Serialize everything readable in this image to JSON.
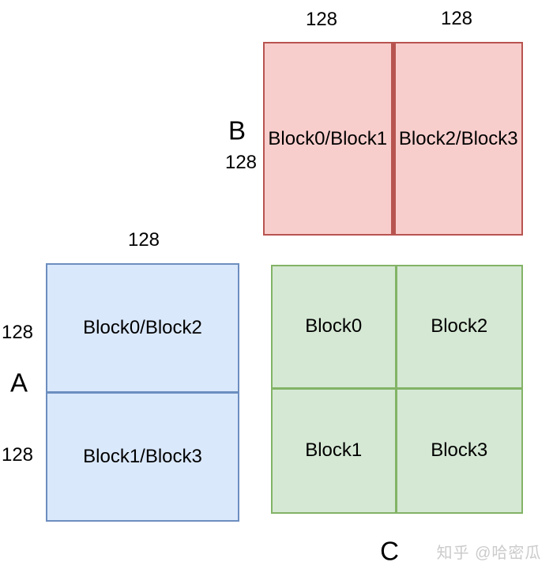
{
  "matrices": {
    "a": {
      "name": "A",
      "col_labels": [
        "128"
      ],
      "row_labels": [
        "128",
        "128"
      ],
      "cells": [
        {
          "label": "Block0/Block2"
        },
        {
          "label": "Block1/Block3"
        }
      ],
      "fill": "#dae8fc",
      "stroke": "#6c8ebf"
    },
    "b": {
      "name": "B",
      "col_labels": [
        "128",
        "128"
      ],
      "row_labels": [
        "128"
      ],
      "cells": [
        {
          "label": "Block0/Block1"
        },
        {
          "label": "Block2/Block3"
        }
      ],
      "fill": "#f8cecc",
      "stroke": "#b85450"
    },
    "c": {
      "name": "C",
      "cells": [
        {
          "label": "Block0"
        },
        {
          "label": "Block2"
        },
        {
          "label": "Block1"
        },
        {
          "label": "Block3"
        }
      ],
      "fill": "#d5e8d4",
      "stroke": "#82b366"
    }
  },
  "watermark": {
    "text": "知乎 @哈密瓜",
    "color": "#cbcbcb"
  }
}
